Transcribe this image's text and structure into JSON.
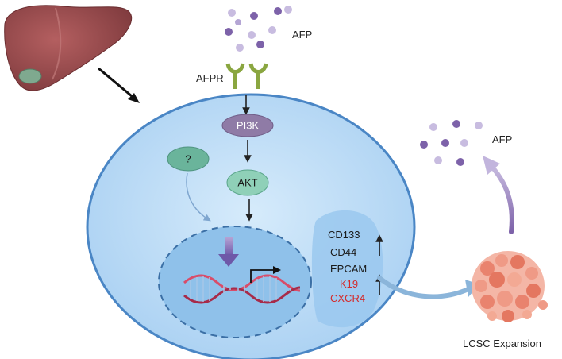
{
  "labels": {
    "afp_top": "AFP",
    "afp_right": "AFP",
    "afpr": "AFPR",
    "pi3k": "PI3K",
    "akt": "AKT",
    "unknown": "?",
    "lcsc": "LCSC Expansion"
  },
  "markers": [
    {
      "text": "CD133",
      "color": "#1a1a1a"
    },
    {
      "text": "CD44",
      "color": "#1a1a1a"
    },
    {
      "text": "EPCAM",
      "color": "#1a1a1a"
    },
    {
      "text": "K19",
      "color": "#d42a2a"
    },
    {
      "text": "CXCR4",
      "color": "#d42a2a"
    }
  ],
  "colors": {
    "cell_fill": "#bcdcf7",
    "cell_stroke": "#4a86c5",
    "nucleus_fill": "#8fc1ea",
    "pi3k_fill": "#8f7ba6",
    "akt_fill": "#8fd0b8",
    "unknown_fill": "#6ab49b",
    "afp_dark": "#7d62a9",
    "afp_light": "#c8bce0",
    "liver": "#9c4e50",
    "red_marker": "#d42a2a"
  }
}
